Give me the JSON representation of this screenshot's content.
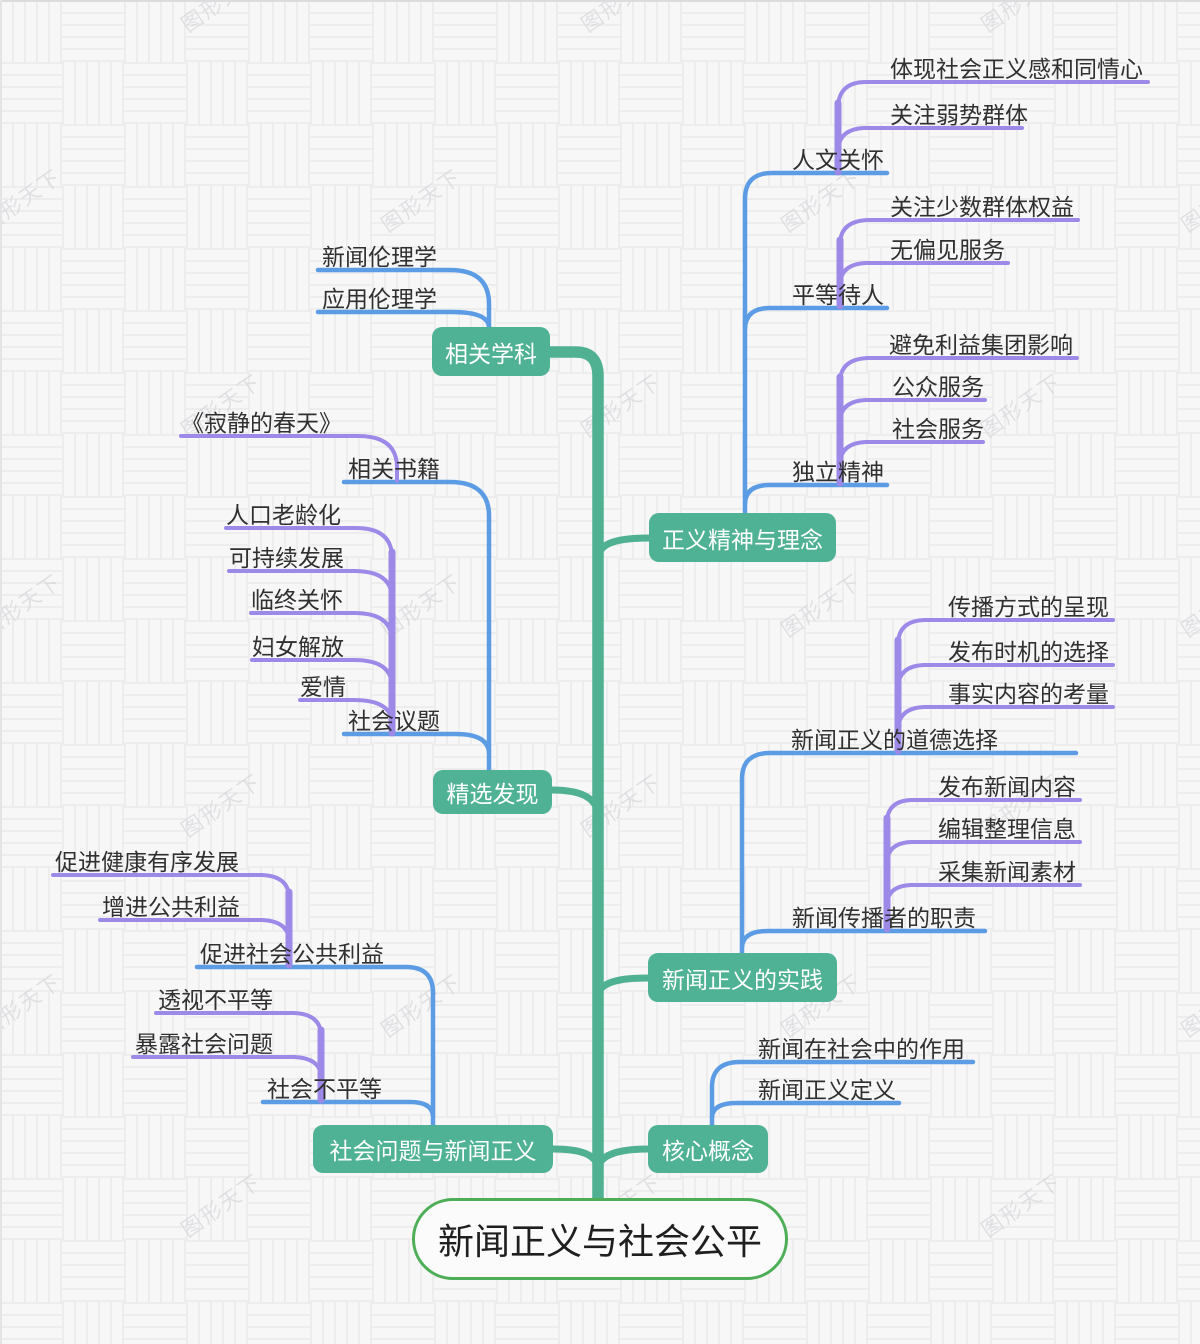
{
  "map": {
    "root": {
      "label": "新闻正义与社会公平"
    },
    "branches": [
      {
        "label": "相关学科",
        "children": [
          {
            "label": "新闻伦理学"
          },
          {
            "label": "应用伦理学"
          }
        ]
      },
      {
        "label": "精选发现",
        "children": [
          {
            "label": "相关书籍",
            "children": [
              {
                "label": "《寂静的春天》"
              }
            ]
          },
          {
            "label": "社会议题",
            "children": [
              {
                "label": "人口老龄化"
              },
              {
                "label": "可持续发展"
              },
              {
                "label": "临终关怀"
              },
              {
                "label": "妇女解放"
              },
              {
                "label": "爱情"
              }
            ]
          }
        ]
      },
      {
        "label": "正义精神与理念",
        "children": [
          {
            "label": "人文关怀",
            "children": [
              {
                "label": "体现社会正义感和同情心"
              },
              {
                "label": "关注弱势群体"
              }
            ]
          },
          {
            "label": "平等待人",
            "children": [
              {
                "label": "关注少数群体权益"
              },
              {
                "label": "无偏见服务"
              }
            ]
          },
          {
            "label": "独立精神",
            "children": [
              {
                "label": "避免利益集团影响"
              },
              {
                "label": "公众服务"
              },
              {
                "label": "社会服务"
              }
            ]
          }
        ]
      },
      {
        "label": "新闻正义的实践",
        "children": [
          {
            "label": "新闻正义的道德选择",
            "children": [
              {
                "label": "传播方式的呈现"
              },
              {
                "label": "发布时机的选择"
              },
              {
                "label": "事实内容的考量"
              }
            ]
          },
          {
            "label": "新闻传播者的职责",
            "children": [
              {
                "label": "发布新闻内容"
              },
              {
                "label": "编辑整理信息"
              },
              {
                "label": "采集新闻素材"
              }
            ]
          }
        ]
      },
      {
        "label": "社会问题与新闻正义",
        "children": [
          {
            "label": "促进社会公共利益",
            "children": [
              {
                "label": "促进健康有序发展"
              },
              {
                "label": "增进公共利益"
              }
            ]
          },
          {
            "label": "社会不平等",
            "children": [
              {
                "label": "透视不平等"
              },
              {
                "label": "暴露社会问题"
              }
            ]
          }
        ]
      },
      {
        "label": "核心概念",
        "children": [
          {
            "label": "新闻在社会中的作用"
          },
          {
            "label": "新闻正义定义"
          }
        ]
      }
    ]
  },
  "watermark": {
    "text": "图形天下"
  },
  "colors": {
    "branch_node_fill": "#50B294",
    "trunk": "#4FB191",
    "level1_connector": "#5B9CE4",
    "level2_connector": "#9C89E8",
    "root_border": "#4DAE57",
    "leaf_text": "#303030",
    "node_text": "#FFFFFF",
    "background": "#F7F7F8"
  }
}
